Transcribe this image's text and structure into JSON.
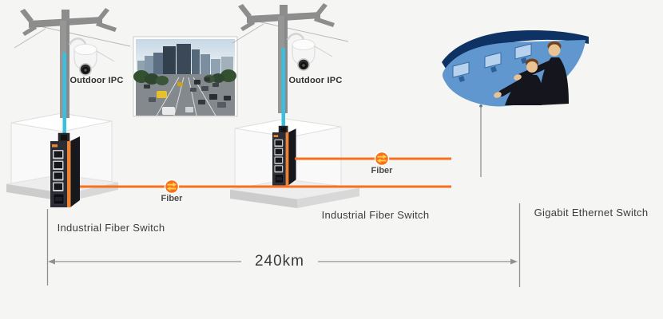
{
  "nodes": {
    "camera1": {
      "label": "Outdoor IPC"
    },
    "camera2": {
      "label": "Outdoor IPC"
    },
    "switch1": {
      "label": "Industrial Fiber Switch"
    },
    "switch2": {
      "label": "Industrial Fiber Switch"
    },
    "gigabit_switch": {
      "label": "Gigabit Ethernet Switch"
    }
  },
  "links": {
    "fiber1": {
      "label": "Fiber"
    },
    "fiber2": {
      "label": "Fiber"
    }
  },
  "dimension": {
    "label": "240km"
  },
  "colors": {
    "background": "#f5f5f4",
    "fiber_orange": "#f8701d",
    "fiber_arrow_yellow": "#ffd24a",
    "cable_cyan": "#3bbfdf",
    "pole_gray": "#969696",
    "switch_body": "#2c2c34",
    "switch_stripe": "#ee8233",
    "dimension_gray": "#909090",
    "text": "#3c3c3c",
    "control_room_navy": "#0e3264",
    "control_room_blue": "#6197cf"
  }
}
